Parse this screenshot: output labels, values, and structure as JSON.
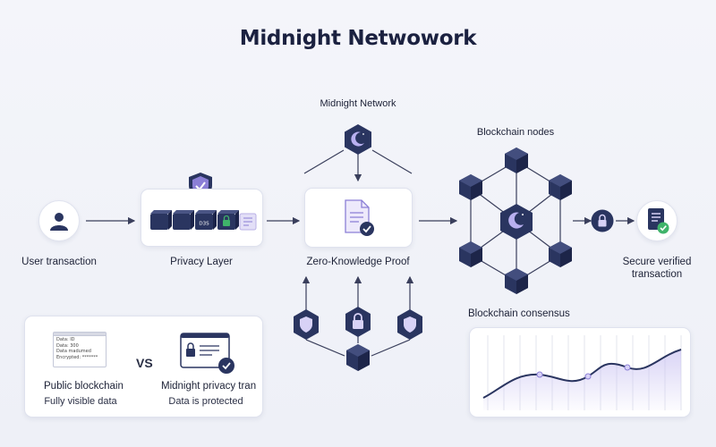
{
  "title": "Midnight Netwowork",
  "labels": {
    "user_transaction": "User transaction",
    "privacy_layer": "Privacy Layer",
    "midnight_network": "Midnight Network",
    "zk_proof": "Zero-Knowledge Proof",
    "blockchain_nodes": "Blockchain nodes",
    "secure_verified": "Secure verified",
    "transaction": "transaction",
    "blockchain_consensus": "Blockchain consensus"
  },
  "privacy_cubes": [
    "",
    "",
    "D3S",
    "",
    ""
  ],
  "comparison": {
    "public": {
      "title": "Public blockchain",
      "subtitle": "Fully visible data",
      "doc_lines": [
        "Data: ID",
        "Data: 300",
        "Data madumed",
        "Encrypted: *******"
      ]
    },
    "vs": "VS",
    "private": {
      "title": "Midnight privacy tran",
      "subtitle": "Data is protected"
    }
  },
  "colors": {
    "navy": "#2a3560",
    "purple": "#8b7fd6",
    "green": "#3fb36a",
    "line": "#3a3f5c"
  }
}
